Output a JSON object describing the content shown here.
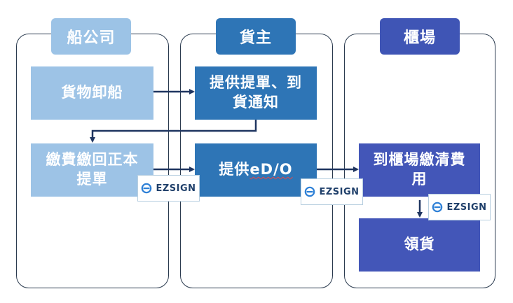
{
  "lanes": {
    "shipping": {
      "title": "船公司"
    },
    "consignee": {
      "title": "貨主"
    },
    "yard": {
      "title": "櫃場"
    }
  },
  "steps": {
    "unload": "貨物卸船",
    "pay_return": "繳費繳回正本提單",
    "provide_bl": "提供提單、到貨通知",
    "provide_edo_prefix": "提供",
    "provide_edo_suffix": "eD/O",
    "yard_pay": "到櫃場繳清費用",
    "pickup": "領貨"
  },
  "badge": {
    "label": "EZSIGN"
  },
  "colors": {
    "lane_border": "#2a3a4e",
    "tag_light": "#9cc3e6",
    "tag_mid": "#2e75b6",
    "tag_dark": "#3f55b5",
    "box_light": "#9dc3e6",
    "box_mid": "#2e75b6",
    "box_dark": "#4356b8",
    "arrow": "#1f3560",
    "badge_icon": "#2c7fd6"
  }
}
